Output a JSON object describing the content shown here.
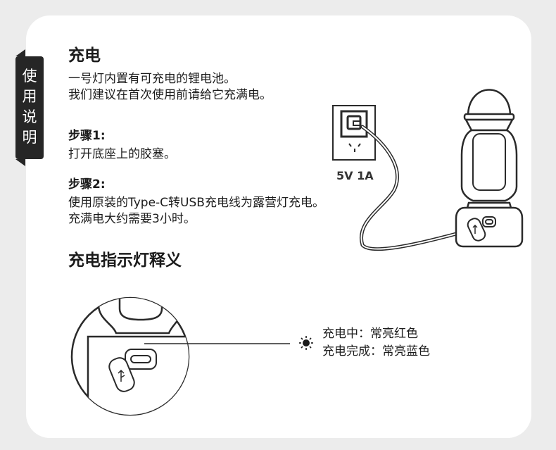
{
  "side_tab": {
    "label": "使用说明"
  },
  "charging": {
    "title": "充电",
    "intro_line1": "一号灯内置有可充电的锂电池。",
    "intro_line2": "我们建议在首次使用前请给它充满电。",
    "step1_title": "步骤1:",
    "step1_text": "打开底座上的胶塞。",
    "step2_title": "步骤2:",
    "step2_line1": "使用原装的Type-C转USB充电线为露营灯充电。",
    "step2_line2": "充满电大约需要3小时。"
  },
  "outlet": {
    "label": "5V 1A"
  },
  "indicator": {
    "title": "充电指示灯释义",
    "charging_status": "充电中：常亮红色",
    "charged_status": "充电完成：常亮蓝色"
  },
  "icons": [
    "sun-icon",
    "usb-icon",
    "wall-socket-icon",
    "lantern-icon",
    "type-c-port-icon"
  ],
  "colors": {
    "background": "#ececec",
    "card": "#ffffff",
    "tab": "#262626",
    "line": "#333333"
  }
}
